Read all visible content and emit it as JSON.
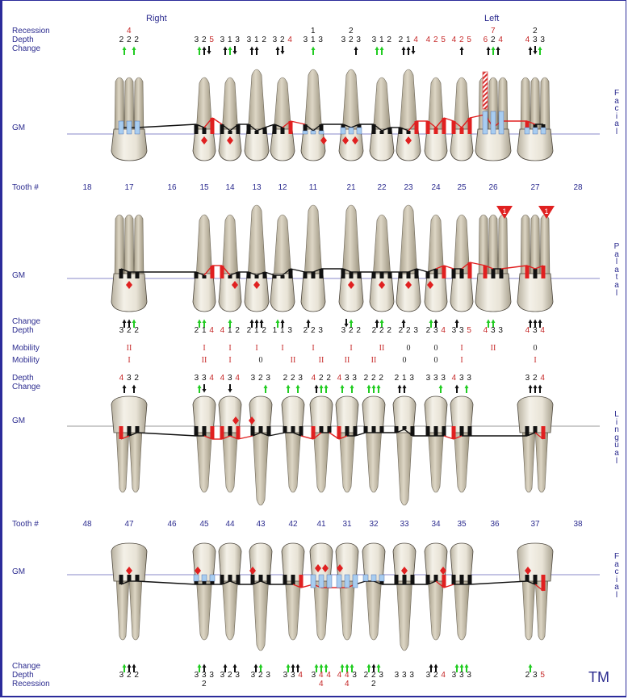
{
  "header": {
    "right_label": "Right",
    "left_label": "Left"
  },
  "row_labels": {
    "recession": "Recession",
    "depth": "Depth",
    "change": "Change",
    "gm": "GM",
    "tooth_no": "Tooth #",
    "mobility": "Mobility"
  },
  "side_labels": {
    "facial": "Facial",
    "palatal": "Palatal",
    "lingual": "Lingual"
  },
  "trademark": "TM",
  "colors": {
    "label": "#2b2b8f",
    "red": "#c62828",
    "green": "#22cc22",
    "black": "#111111",
    "gumline": "#8a8ac8",
    "blue_fill": "#a8cdf0"
  },
  "upper": {
    "tooth_numbers": [
      "18",
      "17",
      "16",
      "15",
      "14",
      "13",
      "12",
      "11",
      "21",
      "22",
      "23",
      "24",
      "25",
      "26",
      "27",
      "28"
    ],
    "tooth_x": [
      105,
      157,
      210,
      250,
      282,
      315,
      347,
      385,
      432,
      470,
      503,
      537,
      569,
      608,
      660,
      713
    ],
    "facial": {
      "recession": [
        "",
        "4",
        "",
        "",
        "",
        "",
        "",
        "1",
        "2",
        "",
        "",
        "",
        "",
        "7",
        "2",
        ""
      ],
      "depth": [
        [],
        [
          {
            "v": "2"
          },
          {
            "v": "2"
          },
          {
            "v": "2"
          }
        ],
        [],
        [
          {
            "v": "3"
          },
          {
            "v": "2"
          },
          {
            "v": "5",
            "r": 1
          }
        ],
        [
          {
            "v": "3"
          },
          {
            "v": "1"
          },
          {
            "v": "3"
          }
        ],
        [
          {
            "v": "3"
          },
          {
            "v": "1"
          },
          {
            "v": "2"
          }
        ],
        [
          {
            "v": "3"
          },
          {
            "v": "2"
          },
          {
            "v": "4",
            "r": 1
          }
        ],
        [
          {
            "v": "3"
          },
          {
            "v": "1"
          },
          {
            "v": "3"
          }
        ],
        [
          {
            "v": "3"
          },
          {
            "v": "2"
          },
          {
            "v": "3"
          }
        ],
        [
          {
            "v": "3"
          },
          {
            "v": "1"
          },
          {
            "v": "2"
          }
        ],
        [
          {
            "v": "2"
          },
          {
            "v": "1"
          },
          {
            "v": "4",
            "r": 1
          }
        ],
        [
          {
            "v": "4",
            "r": 1
          },
          {
            "v": "2",
            "r": 1
          },
          {
            "v": "5",
            "r": 1
          }
        ],
        [
          {
            "v": "4",
            "r": 1
          },
          {
            "v": "2",
            "r": 1
          },
          {
            "v": "5",
            "r": 1
          }
        ],
        [
          {
            "v": "6",
            "r": 1
          },
          {
            "v": "2"
          },
          {
            "v": "4",
            "r": 1
          }
        ],
        [
          {
            "v": "4",
            "r": 1
          },
          {
            "v": "3"
          },
          {
            "v": "3"
          }
        ],
        []
      ],
      "change": [
        [],
        [
          "g",
          "",
          "g"
        ],
        [],
        [
          "g",
          "u",
          "d"
        ],
        [
          "u",
          "g",
          "d"
        ],
        [
          "u",
          "u",
          ""
        ],
        [
          "u",
          "d",
          ""
        ],
        [
          "",
          "g",
          ""
        ],
        [
          "",
          "",
          "u"
        ],
        [
          "g",
          "g",
          ""
        ],
        [
          "u",
          "u",
          "d"
        ],
        [],
        [
          "",
          "u",
          ""
        ],
        [
          "u",
          "g",
          "u"
        ],
        [
          "u",
          "d",
          "g"
        ],
        []
      ]
    },
    "palatal": {
      "change": [
        [],
        [
          "u",
          "u",
          "g"
        ],
        [],
        [
          "g",
          "g",
          ""
        ],
        [
          "",
          "g",
          ""
        ],
        [
          "u",
          "u",
          "u"
        ],
        [
          "g",
          "u",
          ""
        ],
        [
          "u",
          "",
          ""
        ],
        [
          "d",
          "g",
          ""
        ],
        [
          "u",
          "g",
          ""
        ],
        [
          "u",
          "",
          ""
        ],
        [
          "g",
          "u",
          ""
        ],
        [
          "u",
          "",
          ""
        ],
        [
          "g",
          "g",
          ""
        ],
        [
          "u",
          "u",
          "u"
        ],
        []
      ],
      "depth": [
        [],
        [
          {
            "v": "3"
          },
          {
            "v": "2"
          },
          {
            "v": "2"
          }
        ],
        [],
        [
          {
            "v": "2"
          },
          {
            "v": "1"
          },
          {
            "v": "4",
            "r": 1
          }
        ],
        [
          {
            "v": "4",
            "r": 1
          },
          {
            "v": "1"
          },
          {
            "v": "2"
          }
        ],
        [
          {
            "v": "2"
          },
          {
            "v": "1"
          },
          {
            "v": "2"
          }
        ],
        [
          {
            "v": "1"
          },
          {
            "v": "1"
          },
          {
            "v": "3"
          }
        ],
        [
          {
            "v": "2"
          },
          {
            "v": "2"
          },
          {
            "v": "3"
          }
        ],
        [
          {
            "v": "3"
          },
          {
            "v": "2"
          },
          {
            "v": "2"
          }
        ],
        [
          {
            "v": "2"
          },
          {
            "v": "2"
          },
          {
            "v": "2"
          }
        ],
        [
          {
            "v": "2"
          },
          {
            "v": "2"
          },
          {
            "v": "3"
          }
        ],
        [
          {
            "v": "2"
          },
          {
            "v": "3"
          },
          {
            "v": "4",
            "r": 1
          }
        ],
        [
          {
            "v": "3"
          },
          {
            "v": "3"
          },
          {
            "v": "5",
            "r": 1
          }
        ],
        [
          {
            "v": "4",
            "r": 1
          },
          {
            "v": "3"
          },
          {
            "v": "3"
          }
        ],
        [
          {
            "v": "4",
            "r": 1
          },
          {
            "v": "3"
          },
          {
            "v": "4",
            "r": 1
          }
        ],
        []
      ],
      "furcation_markers": [
        {
          "tooth": "26",
          "value": "1"
        },
        {
          "tooth": "27",
          "value": "1"
        }
      ]
    },
    "mobility": [
      "",
      "II",
      "",
      "I",
      "I",
      "I",
      "I",
      "I",
      "I",
      "II",
      "0",
      "0",
      "I",
      "II",
      "0",
      ""
    ]
  },
  "lower": {
    "tooth_numbers": [
      "48",
      "47",
      "46",
      "45",
      "44",
      "43",
      "42",
      "41",
      "31",
      "32",
      "33",
      "34",
      "35",
      "36",
      "37",
      "38"
    ],
    "tooth_x": [
      105,
      157,
      210,
      250,
      282,
      320,
      360,
      395,
      427,
      460,
      498,
      537,
      569,
      610,
      660,
      713
    ],
    "mobility": [
      "",
      "I",
      "",
      "II",
      "I",
      "0",
      "II",
      "II",
      "II",
      "II",
      "0",
      "0",
      "I",
      "",
      "I",
      ""
    ],
    "lingual": {
      "depth": [
        [],
        [
          {
            "v": "4",
            "r": 1
          },
          {
            "v": "3"
          },
          {
            "v": "2"
          }
        ],
        [],
        [
          {
            "v": "3"
          },
          {
            "v": "3"
          },
          {
            "v": "4",
            "r": 1
          }
        ],
        [
          {
            "v": "4",
            "r": 1
          },
          {
            "v": "3"
          },
          {
            "v": "4",
            "r": 1
          }
        ],
        [
          {
            "v": "3"
          },
          {
            "v": "2"
          },
          {
            "v": "3"
          }
        ],
        [
          {
            "v": "2"
          },
          {
            "v": "2"
          },
          {
            "v": "3"
          }
        ],
        [
          {
            "v": "4",
            "r": 1
          },
          {
            "v": "2"
          },
          {
            "v": "2"
          }
        ],
        [
          {
            "v": "4",
            "r": 1
          },
          {
            "v": "3"
          },
          {
            "v": "3"
          }
        ],
        [
          {
            "v": "2"
          },
          {
            "v": "2"
          },
          {
            "v": "2"
          }
        ],
        [
          {
            "v": "2"
          },
          {
            "v": "1"
          },
          {
            "v": "3"
          }
        ],
        [
          {
            "v": "3"
          },
          {
            "v": "3"
          },
          {
            "v": "3"
          }
        ],
        [
          {
            "v": "4",
            "r": 1
          },
          {
            "v": "3"
          },
          {
            "v": "3"
          }
        ],
        [],
        [
          {
            "v": "3"
          },
          {
            "v": "2"
          },
          {
            "v": "4",
            "r": 1
          }
        ],
        []
      ],
      "change": [
        [],
        [
          "u",
          "",
          "u"
        ],
        [],
        [
          "g",
          "d",
          ""
        ],
        [
          "",
          "d",
          ""
        ],
        [
          "",
          "",
          "g"
        ],
        [
          "g",
          "",
          "g"
        ],
        [
          "u",
          "g",
          "g"
        ],
        [
          "g",
          "",
          "g"
        ],
        [
          "g",
          "g",
          "g"
        ],
        [
          "u",
          "u",
          ""
        ],
        [
          "",
          "",
          "g"
        ],
        [
          "u",
          "",
          "g"
        ],
        [],
        [
          "u",
          "u",
          "u"
        ],
        []
      ]
    },
    "facial": {
      "change": [
        [],
        [
          "g",
          "u",
          "u"
        ],
        [],
        [
          "g",
          "u",
          ""
        ],
        [
          "u",
          "",
          "u"
        ],
        [
          "u",
          "g",
          ""
        ],
        [
          "g",
          "u",
          "u"
        ],
        [
          "g",
          "g",
          "g"
        ],
        [
          "g",
          "g",
          "g"
        ],
        [
          "g",
          "u",
          "g"
        ],
        [],
        [
          "u",
          "u",
          ""
        ],
        [
          "g",
          "g",
          "g"
        ],
        [],
        [
          "g",
          "",
          ""
        ],
        []
      ],
      "depth": [
        [],
        [
          {
            "v": "3"
          },
          {
            "v": "2"
          },
          {
            "v": "2"
          }
        ],
        [],
        [
          {
            "v": "3"
          },
          {
            "v": "3"
          },
          {
            "v": "3"
          }
        ],
        [
          {
            "v": "3"
          },
          {
            "v": "2"
          },
          {
            "v": "3"
          }
        ],
        [
          {
            "v": "3"
          },
          {
            "v": "2"
          },
          {
            "v": "3"
          }
        ],
        [
          {
            "v": "3"
          },
          {
            "v": "3"
          },
          {
            "v": "4",
            "r": 1
          }
        ],
        [
          {
            "v": "3"
          },
          {
            "v": "4",
            "r": 1
          },
          {
            "v": "4",
            "r": 1
          }
        ],
        [
          {
            "v": "4",
            "r": 1
          },
          {
            "v": "4",
            "r": 1
          },
          {
            "v": "3"
          }
        ],
        [
          {
            "v": "2"
          },
          {
            "v": "2"
          },
          {
            "v": "3"
          }
        ],
        [
          {
            "v": "3"
          },
          {
            "v": "3"
          },
          {
            "v": "3"
          }
        ],
        [
          {
            "v": "3"
          },
          {
            "v": "2"
          },
          {
            "v": "4",
            "r": 1
          }
        ],
        [
          {
            "v": "3"
          },
          {
            "v": "3"
          },
          {
            "v": "3"
          }
        ],
        [],
        [
          {
            "v": "2"
          },
          {
            "v": "3"
          },
          {
            "v": "5",
            "r": 1
          }
        ],
        []
      ],
      "recession": [
        "",
        "",
        "",
        "2",
        "",
        "",
        "",
        "4",
        "4",
        "2",
        "",
        "",
        "",
        "",
        "",
        ""
      ]
    }
  },
  "missing_teeth": [
    "18",
    "16",
    "28",
    "48",
    "46",
    "36",
    "38"
  ]
}
